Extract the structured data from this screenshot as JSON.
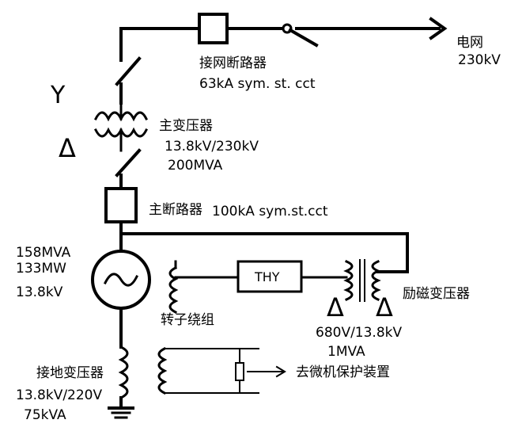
{
  "grid": {
    "name": "电网",
    "voltage": "230kV"
  },
  "grid_breaker": {
    "name": "接网断路器",
    "rating": "63kA sym. st. cct"
  },
  "main_transformer": {
    "name": "主变压器",
    "ratio": "13.8kV/230kV",
    "rating": "200MVA",
    "hv_symbol": "Y",
    "lv_symbol": "Δ"
  },
  "main_breaker": {
    "name": "主断路器",
    "rating": "100kA sym.st.cct"
  },
  "generator": {
    "apparent_power": "158MVA",
    "real_power": "133MW",
    "voltage": "13.8kV"
  },
  "thyristor": {
    "label": "THY"
  },
  "rotor_winding": {
    "name": "转子绕组"
  },
  "excitation_transformer": {
    "name": "励磁变压器",
    "ratio": "680V/13.8kV",
    "rating": "1MVA",
    "symbol_left": "Δ",
    "symbol_right": "Δ"
  },
  "grounding_transformer": {
    "name": "接地变压器",
    "ratio": "13.8kV/220V",
    "rating": "75kVA"
  },
  "protection": {
    "name": "去微机保护装置"
  }
}
